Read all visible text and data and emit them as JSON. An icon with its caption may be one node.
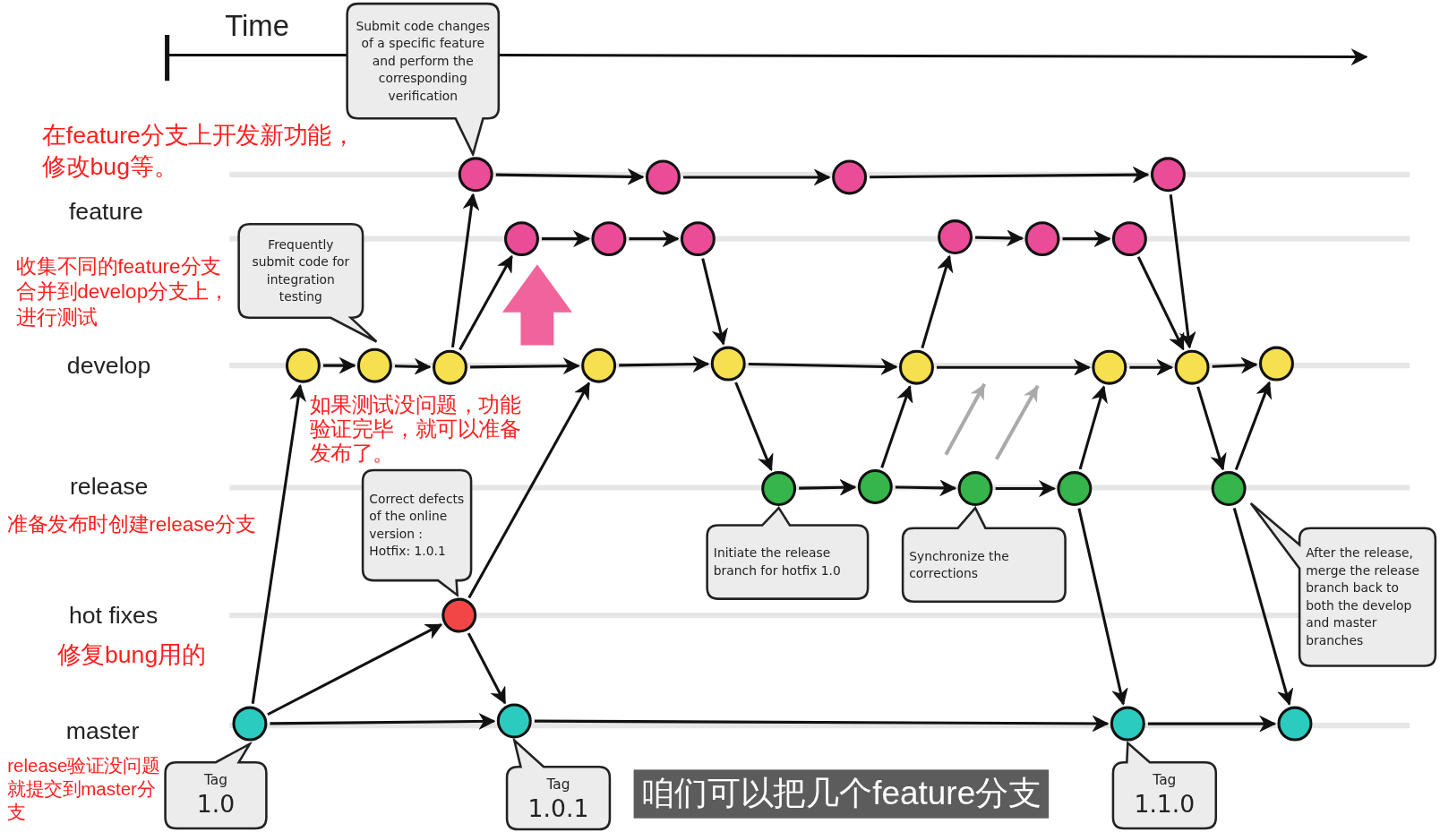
{
  "diagram": {
    "nodes": [
      {
        "text": [
          "Submit code changes of a specific feature and perform the corresponding verification"
        ]
      },
      {
        "text": [],
        "shape": "circle"
      },
      {
        "text": [],
        "shape": "circle"
      },
      {
        "text": [],
        "shape": "circle"
      },
      {
        "text": [],
        "shape": "circle"
      },
      {
        "text": [
          "Frequently submit code for integration testing"
        ]
      },
      {
        "text": [],
        "shape": "circle"
      },
      {
        "text": [],
        "shape": "circle"
      },
      {
        "text": [],
        "shape": "circle"
      },
      {
        "text": [],
        "shape": "circle"
      },
      {
        "text": [],
        "shape": "circle"
      },
      {
        "text": [],
        "shape": "circle"
      },
      {
        "text": [],
        "shape": "circle"
      },
      {
        "text": [],
        "shape": "circle"
      },
      {
        "text": [],
        "shape": "circle"
      },
      {
        "text": [],
        "shape": "circle"
      },
      {
        "text": [],
        "shape": "circle"
      },
      {
        "text": [],
        "shape": "circle"
      },
      {
        "text": [],
        "shape": "circle"
      },
      {
        "text": [],
        "shape": "circle"
      },
      {
        "text": [],
        "shape": "circle"
      },
      {
        "text": [
          "Correct defects of the online version : Hotfix: 1.0.1"
        ]
      },
      {
        "text": [],
        "shape": "circle"
      },
      {
        "text": [],
        "shape": "circle"
      },
      {
        "text": [],
        "shape": "circle"
      },
      {
        "text": [],
        "shape": "circle"
      },
      {
        "text": [],
        "shape": "circle"
      },
      {
        "text": [
          "Initiate the release branch for hotfix 1.0"
        ]
      },
      {
        "text": [
          "Synchronize the corrections"
        ]
      },
      {
        "text": [
          "After the release, merge the release branch back to both the develop and master branches"
        ]
      },
      {
        "text": [],
        "shape": "circle"
      },
      {
        "text": [],
        "shape": "circle"
      },
      {
        "text": [],
        "shape": "circle"
      },
      {
        "text": [],
        "shape": "circle"
      },
      {
        "text": [],
        "shape": "circle"
      },
      {
        "text": [
          "Tag",
          "1.0"
        ]
      },
      {
        "text": [
          "Tag",
          "1.0.1"
        ]
      },
      {
        "text": [
          "Tag",
          "1.1.0"
        ]
      }
    ],
    "edges": [
      {
        "from": 12,
        "to": 13,
        "arrow": "to"
      },
      {
        "from": 13,
        "to": 14,
        "arrow": "to"
      },
      {
        "from": 14,
        "to": 1,
        "arrow": "to"
      },
      {
        "from": 14,
        "to": 6,
        "arrow": "to"
      },
      {
        "from": 1,
        "to": 2,
        "arrow": "to"
      },
      {
        "from": 2,
        "to": 3,
        "arrow": "to"
      },
      {
        "from": 3,
        "to": 4,
        "arrow": "to"
      },
      {
        "from": 6,
        "to": 7,
        "arrow": "to"
      },
      {
        "from": 7,
        "to": 8,
        "arrow": "to"
      },
      {
        "from": 8,
        "to": 16,
        "arrow": "to"
      },
      {
        "from": 14,
        "to": 15,
        "arrow": "to"
      },
      {
        "from": 15,
        "to": 16,
        "arrow": "to"
      },
      {
        "from": 16,
        "to": 22,
        "arrow": "to"
      },
      {
        "from": 16,
        "to": 17,
        "arrow": "to"
      },
      {
        "from": 22,
        "to": 23,
        "arrow": "to"
      },
      {
        "from": 23,
        "to": 24,
        "arrow": "to"
      },
      {
        "from": 24,
        "to": 25,
        "arrow": "to"
      },
      {
        "from": 23,
        "to": 17,
        "arrow": "to"
      },
      {
        "from": 17,
        "to": 9,
        "arrow": "to"
      },
      {
        "from": 9,
        "to": 10,
        "arrow": "to"
      },
      {
        "from": 10,
        "to": 11,
        "arrow": "to"
      },
      {
        "from": 11,
        "to": 19,
        "arrow": "to"
      },
      {
        "from": 4,
        "to": 19,
        "arrow": "to"
      },
      {
        "from": 17,
        "to": 18,
        "arrow": "to"
      },
      {
        "from": 25,
        "to": 18,
        "arrow": "to"
      },
      {
        "from": 18,
        "to": 19,
        "arrow": "to"
      },
      {
        "from": 19,
        "to": 20,
        "arrow": "to"
      },
      {
        "from": 19,
        "to": 26,
        "arrow": "to"
      },
      {
        "from": 26,
        "to": 20,
        "arrow": "to"
      },
      {
        "from": 25,
        "to": 33,
        "arrow": "to"
      },
      {
        "from": 26,
        "to": 34,
        "arrow": "to"
      },
      {
        "from": 31,
        "to": 12,
        "arrow": "to"
      },
      {
        "from": 31,
        "to": 30,
        "arrow": "to"
      },
      {
        "from": 30,
        "to": 32,
        "arrow": "to"
      },
      {
        "from": 30,
        "to": 15,
        "arrow": "to"
      },
      {
        "from": 31,
        "to": 32,
        "arrow": "to"
      },
      {
        "from": 32,
        "to": 33,
        "arrow": "to"
      },
      {
        "from": 33,
        "to": 34,
        "arrow": "to"
      }
    ],
    "labels": [
      "Time",
      "在feature分支上开发新功能，修改bug等。",
      "feature",
      "收集不同的feature分支合并到develop分支上，进行测试",
      "develop",
      "如果测试没问题，功能验证完毕，就可以准备发布了。",
      "release",
      "准备发布时创建release分支",
      "hot fixes",
      "修复bung用的",
      "master",
      "release验证没问题就提交到master分支",
      "咱们可以把几个feature分支"
    ]
  }
}
